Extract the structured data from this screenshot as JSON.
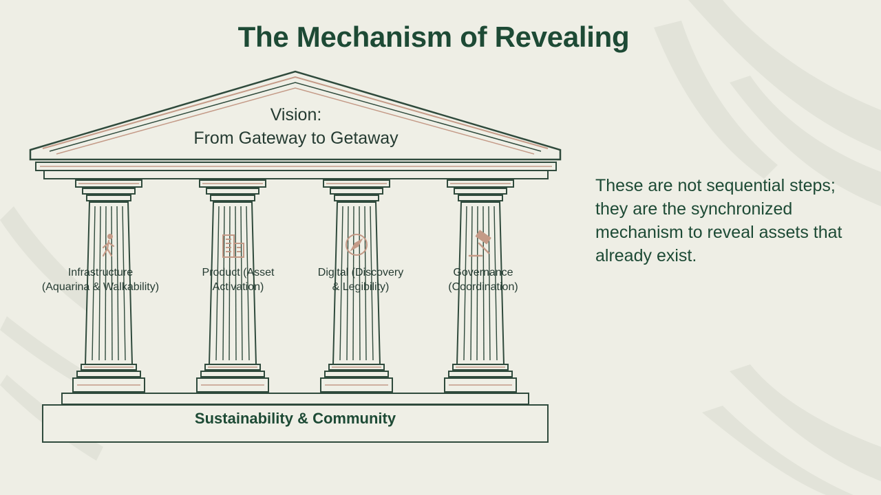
{
  "slide": {
    "title": "The Mechanism of Revealing",
    "vision": {
      "line1": "Vision:",
      "line2": "From Gateway to Getaway"
    },
    "pillars": [
      {
        "line1": "Infrastructure",
        "line2": "(Aquarina & Walkability)",
        "icon": "pedestrian-icon"
      },
      {
        "line1": "Product (Asset",
        "line2": "Activation)",
        "icon": "building-icon"
      },
      {
        "line1": "Digital (Discovery",
        "line2": "& Legibility)",
        "icon": "compass-icon"
      },
      {
        "line1": "Governance",
        "line2": "(Coordination)",
        "icon": "gavel-icon"
      }
    ],
    "foundation": "Sustainability & Community",
    "side_note": "These are not sequential steps; they are the synchronized mechanism to reveal assets that already exist."
  },
  "colors": {
    "background": "#eeeee5",
    "title": "#1d4a35",
    "outline": "#2f4a3c",
    "accent": "#c49a87"
  }
}
